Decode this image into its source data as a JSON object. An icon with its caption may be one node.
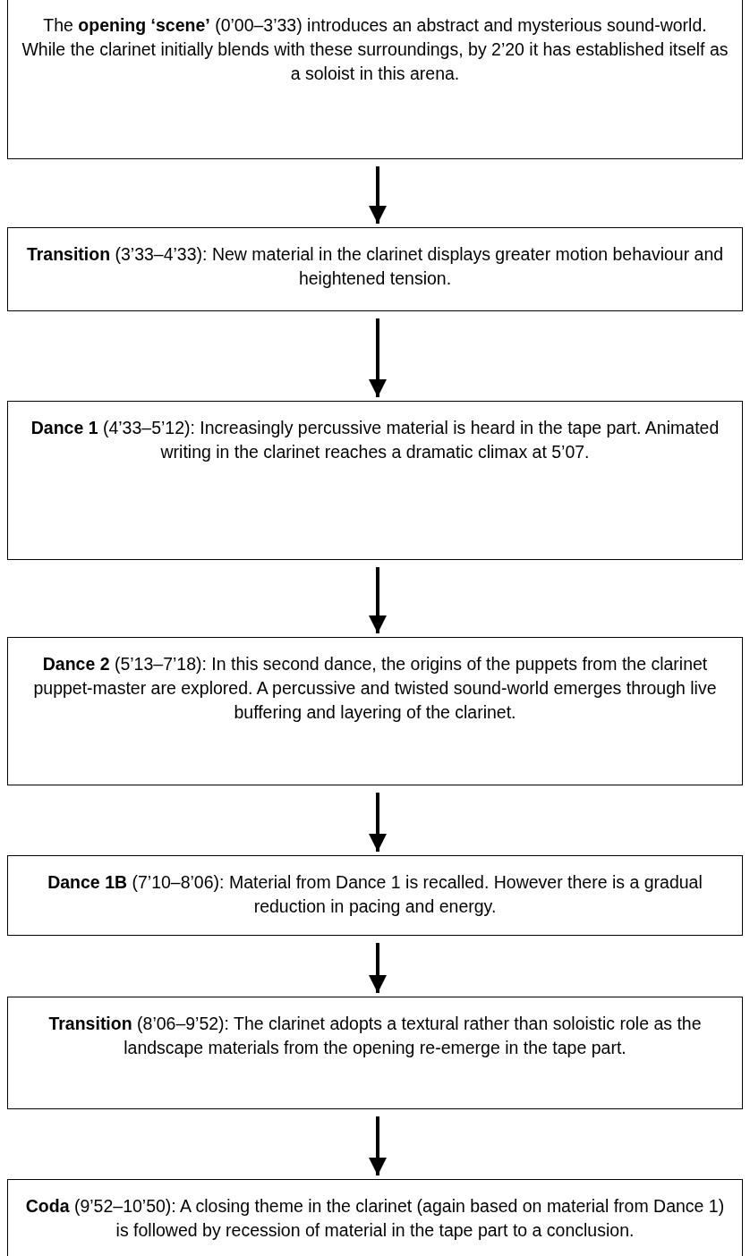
{
  "diagram": {
    "nodes": [
      {
        "text": [
          "The **opening ‘scene’** (0’00–3’33) introduces an abstract and mysterious sound-world. While the clarinet initially blends with these surroundings, by 2’20 it has established itself as a soloist in this arena."
        ]
      },
      {
        "text": [
          "**Transition** (3’33–4’33): New material in the clarinet displays greater motion behaviour and heightened tension."
        ]
      },
      {
        "text": [
          "**Dance 1** (4’33–5’12): Increasingly percussive material is heard in the tape part. Animated writing in the clarinet reaches a dramatic climax at 5’07."
        ]
      },
      {
        "text": [
          "**Dance 2** (5’13–7’18): In this second dance, the origins of the puppets from the clarinet puppet-master are explored.  A percussive and twisted sound-world emerges through live buffering and layering of the clarinet."
        ]
      },
      {
        "text": [
          "**Dance 1B** (7’10–8’06): Material from Dance 1 is recalled. However there is a gradual reduction in pacing and energy."
        ]
      },
      {
        "text": [
          "**Transition** (8’06–9’52): The clarinet adopts a textural rather than soloistic role as the landscape materials from the opening re-emerge in the tape part."
        ]
      },
      {
        "text": [
          "**Coda** (9’52–10’50): A closing theme in the clarinet (again based on material from Dance 1) is followed by recession of material in the tape part to a conclusion."
        ]
      }
    ],
    "edges": [
      {
        "from": 0,
        "to": 1,
        "arrow": "to"
      },
      {
        "from": 1,
        "to": 2,
        "arrow": "to"
      },
      {
        "from": 2,
        "to": 3,
        "arrow": "to"
      },
      {
        "from": 3,
        "to": 4,
        "arrow": "to"
      },
      {
        "from": 4,
        "to": 5,
        "arrow": "to"
      },
      {
        "from": 5,
        "to": 6,
        "arrow": "to"
      }
    ]
  }
}
